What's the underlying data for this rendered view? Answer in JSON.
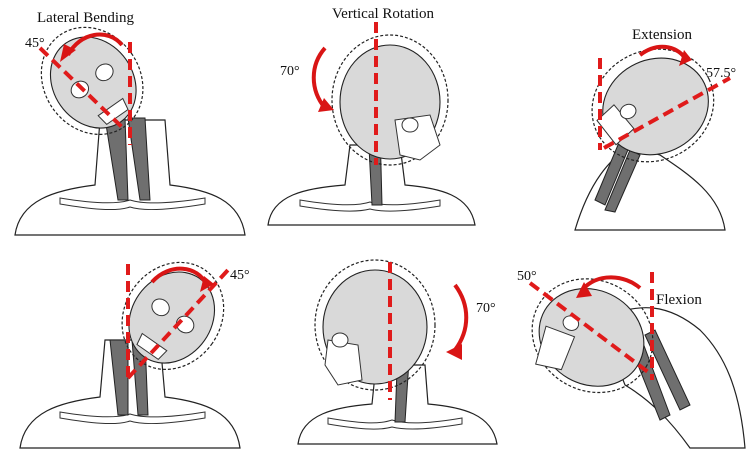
{
  "panels": {
    "lateral_bending_left": {
      "label": "Lateral Bending",
      "angle": "45°"
    },
    "vertical_rotation_left": {
      "label": "Vertical Rotation",
      "angle": "70°"
    },
    "extension": {
      "label": "Extension",
      "angle": "57.5°"
    },
    "lateral_bending_right": {
      "angle": "45°"
    },
    "vertical_rotation_right": {
      "angle": "70°"
    },
    "flexion": {
      "label": "Flexion",
      "angle": "50°"
    }
  },
  "colors": {
    "reference_line": "#e01b1b",
    "arrow": "#d91515",
    "skull": "#d9d9d9"
  }
}
